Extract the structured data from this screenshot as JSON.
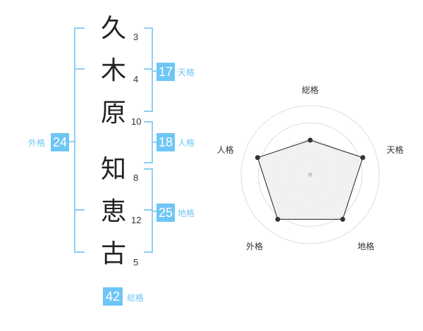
{
  "name": {
    "chars": [
      {
        "char": "久",
        "strokes": "3"
      },
      {
        "char": "木",
        "strokes": "4"
      },
      {
        "char": "原",
        "strokes": "10"
      },
      {
        "char": "知",
        "strokes": "8"
      },
      {
        "char": "恵",
        "strokes": "12"
      },
      {
        "char": "古",
        "strokes": "5"
      }
    ]
  },
  "kakusu": {
    "tenkaku": {
      "value": "17",
      "label": "天格"
    },
    "jinkaku": {
      "value": "18",
      "label": "人格"
    },
    "chikaku": {
      "value": "25",
      "label": "地格"
    },
    "gaikaku": {
      "value": "24",
      "label": "外格"
    },
    "soukaku": {
      "value": "42",
      "label": "総格"
    }
  },
  "colors": {
    "accent": "#6ec6f5",
    "bracket": "#8dcff5",
    "label": "#6ec6f5"
  },
  "chart_data": {
    "type": "radar",
    "axes": [
      "総格",
      "天格",
      "地格",
      "外格",
      "人格"
    ],
    "values": [
      0.5,
      0.8,
      0.8,
      0.8,
      0.8
    ],
    "rings": 4,
    "range": [
      0,
      1
    ]
  }
}
